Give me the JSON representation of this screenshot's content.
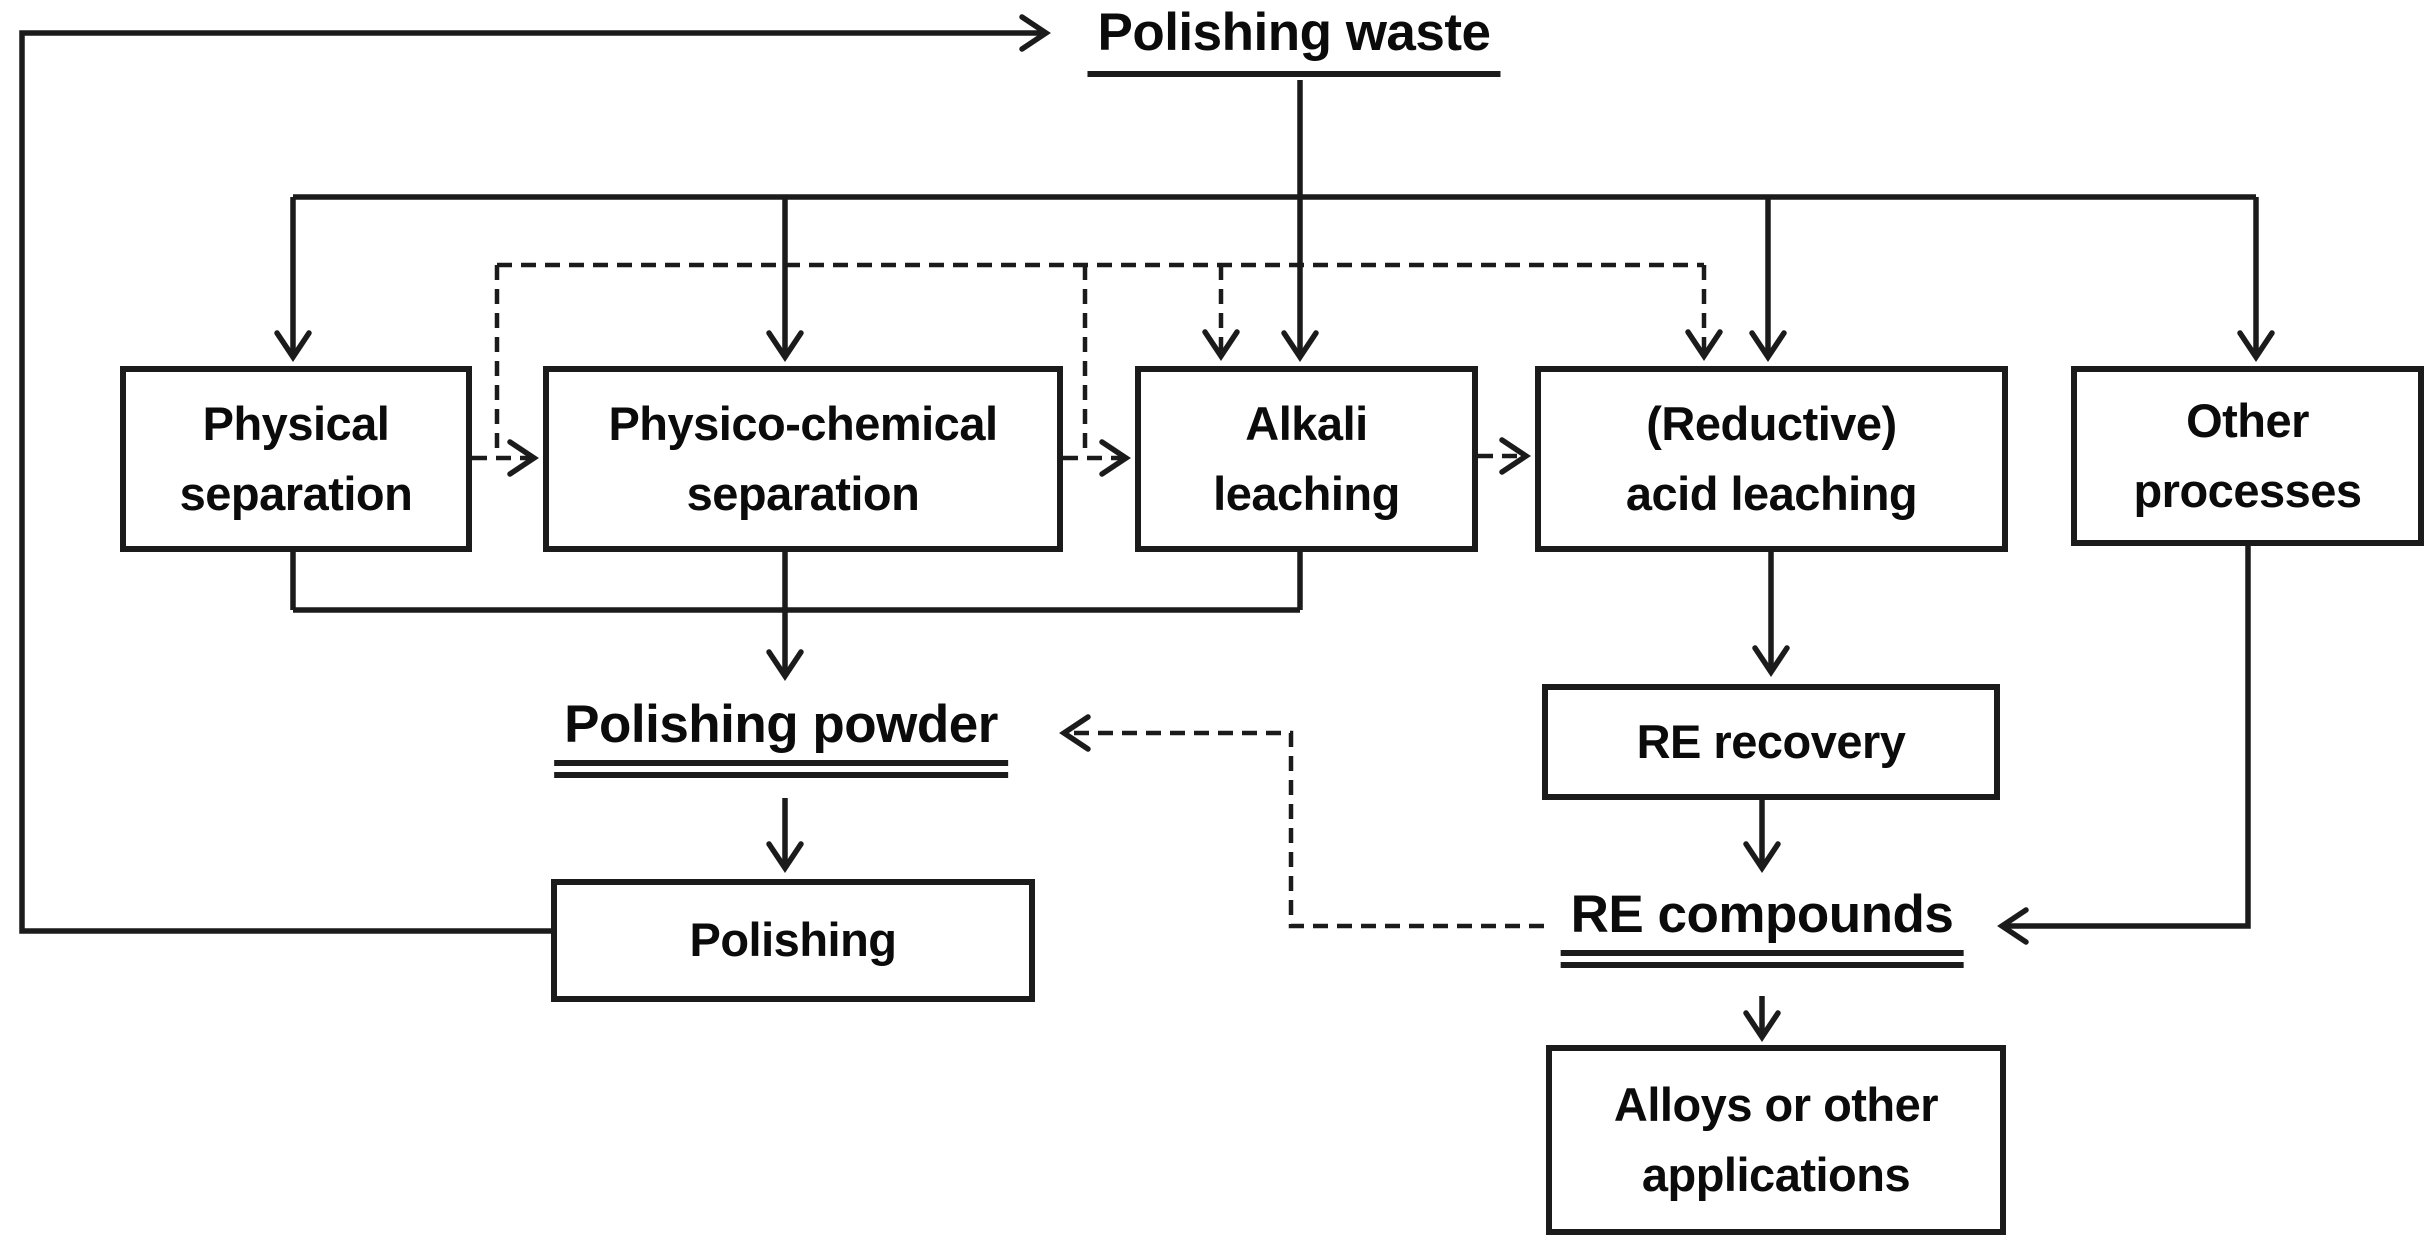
{
  "figure": {
    "type": "flowchart",
    "background_color": "#ffffff",
    "line_color": "#1b1b1b",
    "text_color": "#0b0b0b",
    "nodes": {
      "polishing_waste": {
        "label": "Polishing waste",
        "style": "underlined-label"
      },
      "physical_separation": {
        "lines": [
          "Physical",
          "separation"
        ],
        "style": "box"
      },
      "physico_chemical_separation": {
        "lines": [
          "Physico-chemical",
          "separation"
        ],
        "style": "box"
      },
      "alkali_leaching": {
        "lines": [
          "Alkali",
          "leaching"
        ],
        "style": "box"
      },
      "reductive_acid_leaching": {
        "lines": [
          "(Reductive)",
          "acid leaching"
        ],
        "style": "box"
      },
      "other_processes": {
        "lines": [
          "Other",
          "processes"
        ],
        "style": "box"
      },
      "polishing_powder": {
        "label": "Polishing powder",
        "style": "double-underlined-label"
      },
      "polishing": {
        "lines": [
          "Polishing"
        ],
        "style": "box"
      },
      "re_recovery": {
        "lines": [
          "RE recovery"
        ],
        "style": "box"
      },
      "re_compounds": {
        "label": "RE compounds",
        "style": "double-underlined-label"
      },
      "alloys_or_other_applications": {
        "lines": [
          "Alloys or other",
          "applications"
        ],
        "style": "box"
      }
    },
    "edges": [
      {
        "from": "polishing",
        "to": "polishing_waste",
        "style": "solid",
        "route": "left-edge-recycle-loop"
      },
      {
        "from": "polishing_waste",
        "to": "alkali_leaching",
        "style": "solid"
      },
      {
        "from": "polishing_waste",
        "to": "physical_separation",
        "style": "solid",
        "route": "top-bus"
      },
      {
        "from": "polishing_waste",
        "to": "physico_chemical_separation",
        "style": "solid",
        "route": "top-bus"
      },
      {
        "from": "polishing_waste",
        "to": "reductive_acid_leaching",
        "style": "solid",
        "route": "top-bus"
      },
      {
        "from": "polishing_waste",
        "to": "other_processes",
        "style": "solid",
        "route": "top-bus"
      },
      {
        "from": "physical_separation",
        "to": "physico_chemical_separation",
        "style": "dashed"
      },
      {
        "from": "physico_chemical_separation",
        "to": "alkali_leaching",
        "style": "dashed"
      },
      {
        "from": "alkali_leaching",
        "to": "reductive_acid_leaching",
        "style": "dashed"
      },
      {
        "from": "dashed_bus",
        "to": "alkali_leaching",
        "style": "dashed"
      },
      {
        "from": "dashed_bus",
        "to": "reductive_acid_leaching",
        "style": "dashed"
      },
      {
        "from": "physical_separation",
        "to": "polishing_powder",
        "style": "solid",
        "route": "collector"
      },
      {
        "from": "physico_chemical_separation",
        "to": "polishing_powder",
        "style": "solid",
        "route": "collector"
      },
      {
        "from": "alkali_leaching",
        "to": "polishing_powder",
        "style": "solid",
        "route": "collector"
      },
      {
        "from": "polishing_powder",
        "to": "polishing",
        "style": "solid"
      },
      {
        "from": "reductive_acid_leaching",
        "to": "re_recovery",
        "style": "solid"
      },
      {
        "from": "re_recovery",
        "to": "re_compounds",
        "style": "solid"
      },
      {
        "from": "other_processes",
        "to": "re_compounds",
        "style": "solid"
      },
      {
        "from": "re_compounds",
        "to": "alloys_or_other_applications",
        "style": "solid"
      },
      {
        "from": "re_compounds",
        "to": "polishing_powder",
        "style": "dashed",
        "route": "feedback"
      }
    ]
  }
}
